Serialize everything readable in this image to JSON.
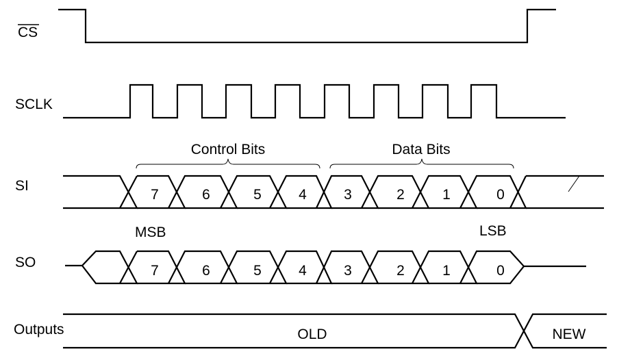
{
  "signals": {
    "cs": "CS",
    "sclk": "SCLK",
    "si": "SI",
    "so": "SO",
    "outputs": "Outputs"
  },
  "groups": {
    "control": "Control Bits",
    "data": "Data Bits"
  },
  "markers": {
    "msb": "MSB",
    "lsb": "LSB"
  },
  "bits": [
    "7",
    "6",
    "5",
    "4",
    "3",
    "2",
    "1",
    "0"
  ],
  "outputs_state": {
    "old": "OLD",
    "new": "NEW"
  }
}
